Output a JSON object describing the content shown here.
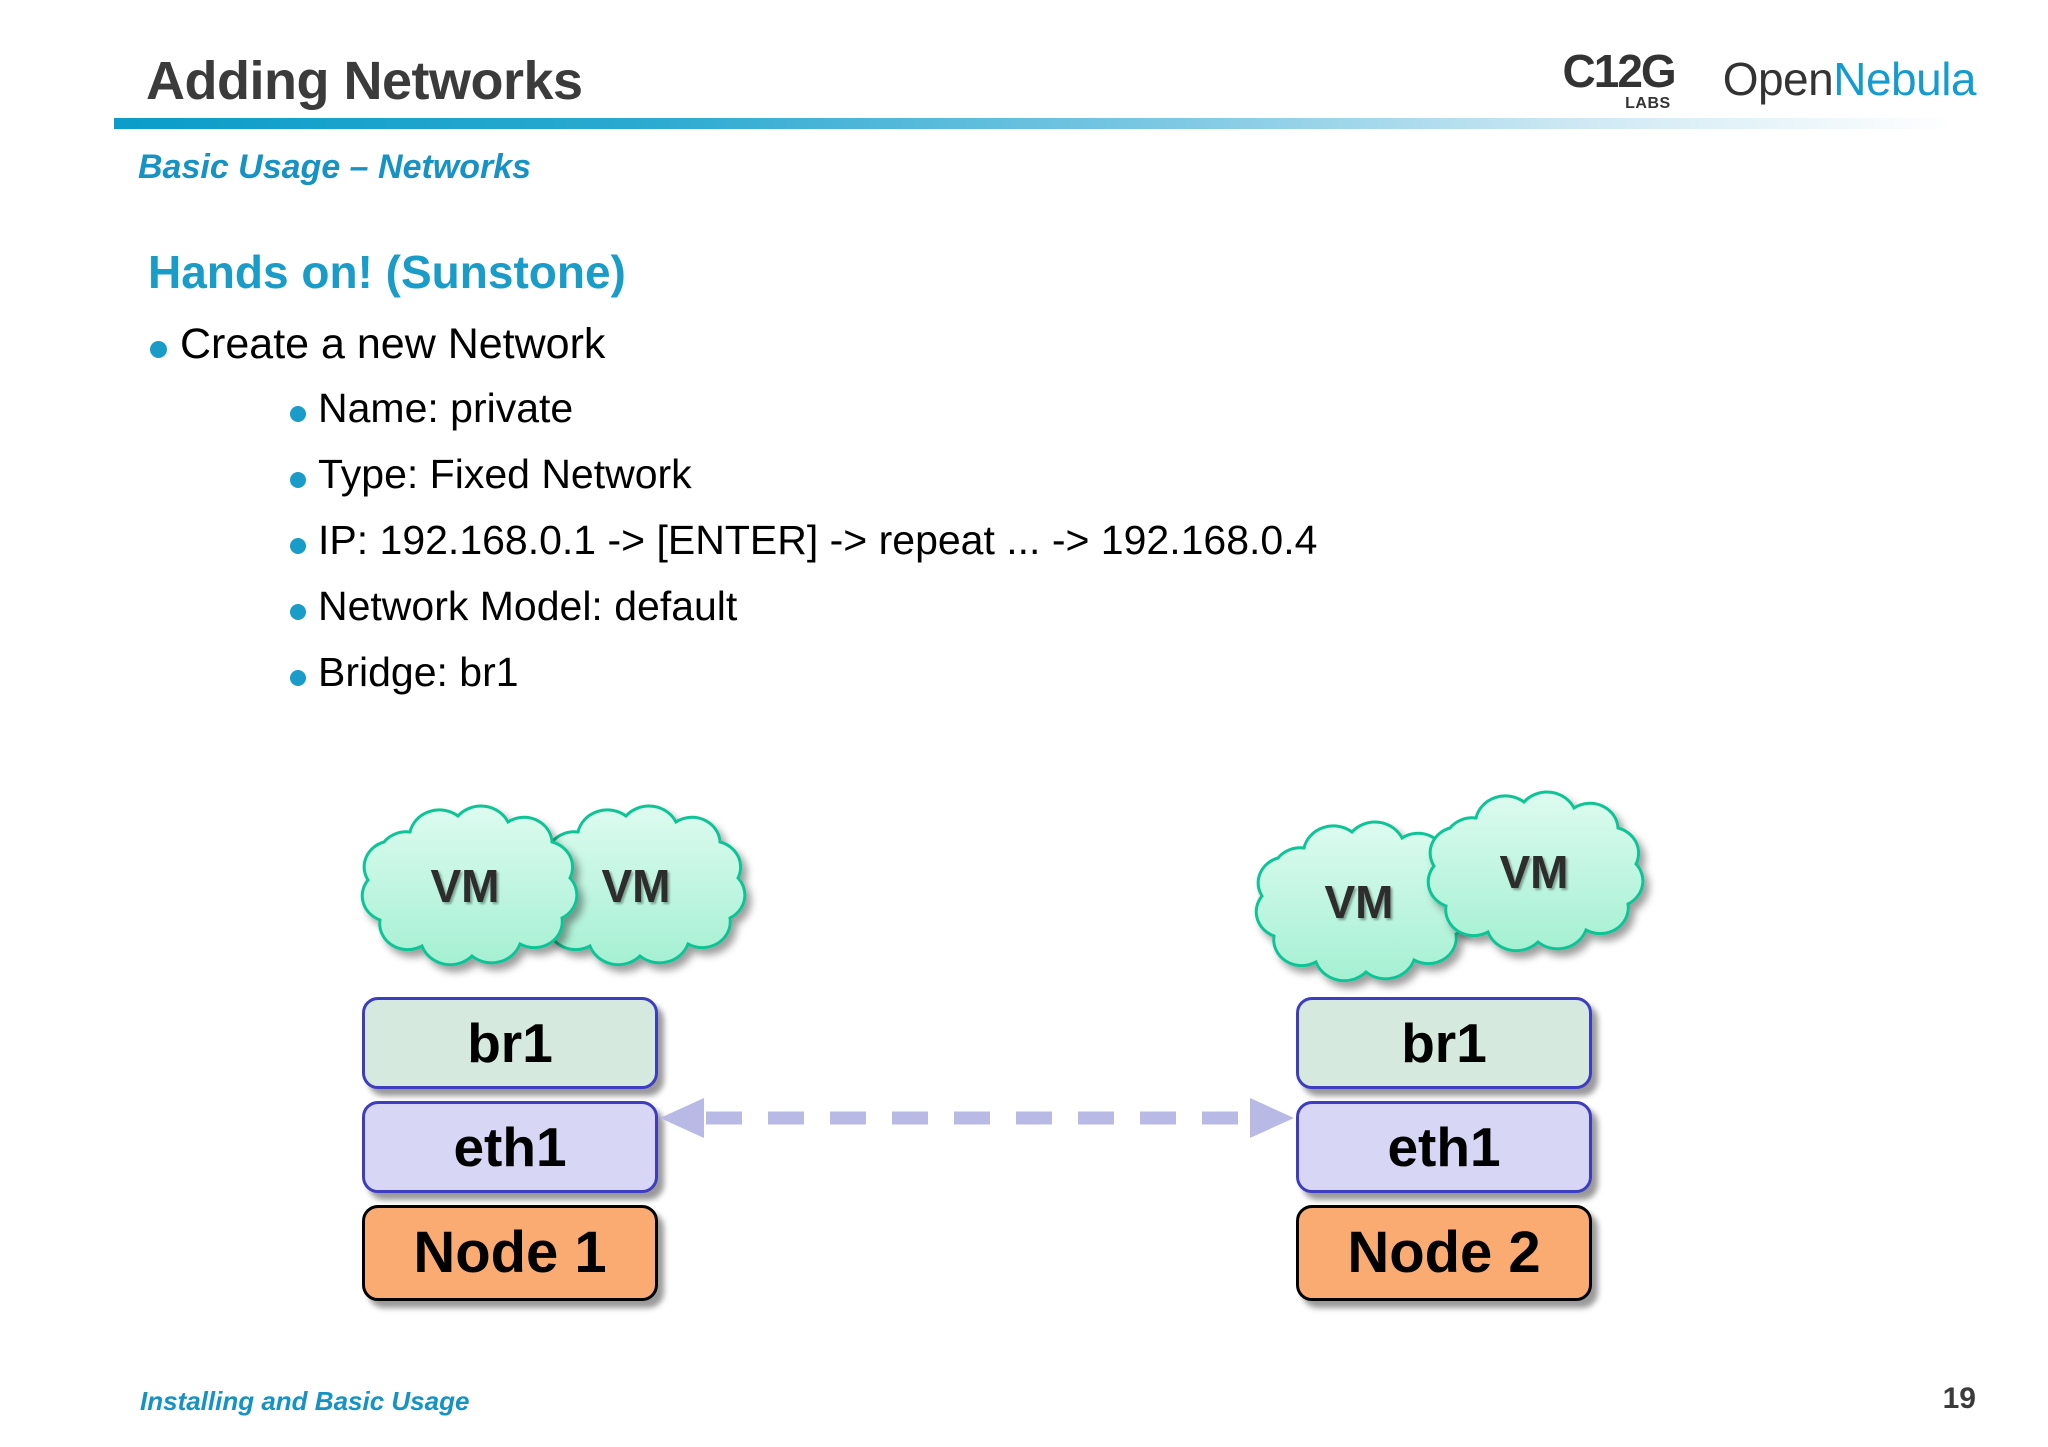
{
  "header": {
    "title": "Adding Networks",
    "subtitle": "Basic Usage – Networks",
    "logo_c12g_main": "C12G",
    "logo_c12g_sub": "LABS",
    "logo_nebula_open": "Open",
    "logo_nebula_nebula": "Nebula",
    "rule_color": "#0b9dc9",
    "accent_color": "#1a9cc9"
  },
  "body": {
    "section_heading": "Hands on! (Sunstone)",
    "bullets": [
      {
        "level": 1,
        "text": "Create a new Network"
      },
      {
        "level": 2,
        "text": "Name: private"
      },
      {
        "level": 2,
        "text": "Type: Fixed Network"
      },
      {
        "level": 2,
        "text": "IP: 192.168.0.1 -> [ENTER] -> repeat ... -> 192.168.0.4"
      },
      {
        "level": 2,
        "text": "Network Model: default"
      },
      {
        "level": 2,
        "text": "Bridge: br1"
      }
    ]
  },
  "diagram": {
    "nodes": [
      {
        "id": "node-1",
        "clouds": [
          "VM",
          "VM"
        ],
        "bridge": "br1",
        "interface": "eth1",
        "node": "Node 1"
      },
      {
        "id": "node-2",
        "clouds": [
          "VM",
          "VM"
        ],
        "bridge": "br1",
        "interface": "eth1",
        "node": "Node 2"
      }
    ],
    "connector": {
      "style": "dashed",
      "arrows": "both",
      "color": "#b9b9e6"
    },
    "colors": {
      "cloud_fill_top": "#d6f9ec",
      "cloud_fill_bottom": "#a9f2d6",
      "cloud_stroke": "#0fc495",
      "bridge_fill": "#d6e9de",
      "interface_fill": "#d7d7f5",
      "box_border": "#3d3dc0",
      "node_fill": "#f9ab72",
      "node_border": "#000000"
    }
  },
  "footer": {
    "text": "Installing and Basic Usage",
    "page_number": "19"
  }
}
